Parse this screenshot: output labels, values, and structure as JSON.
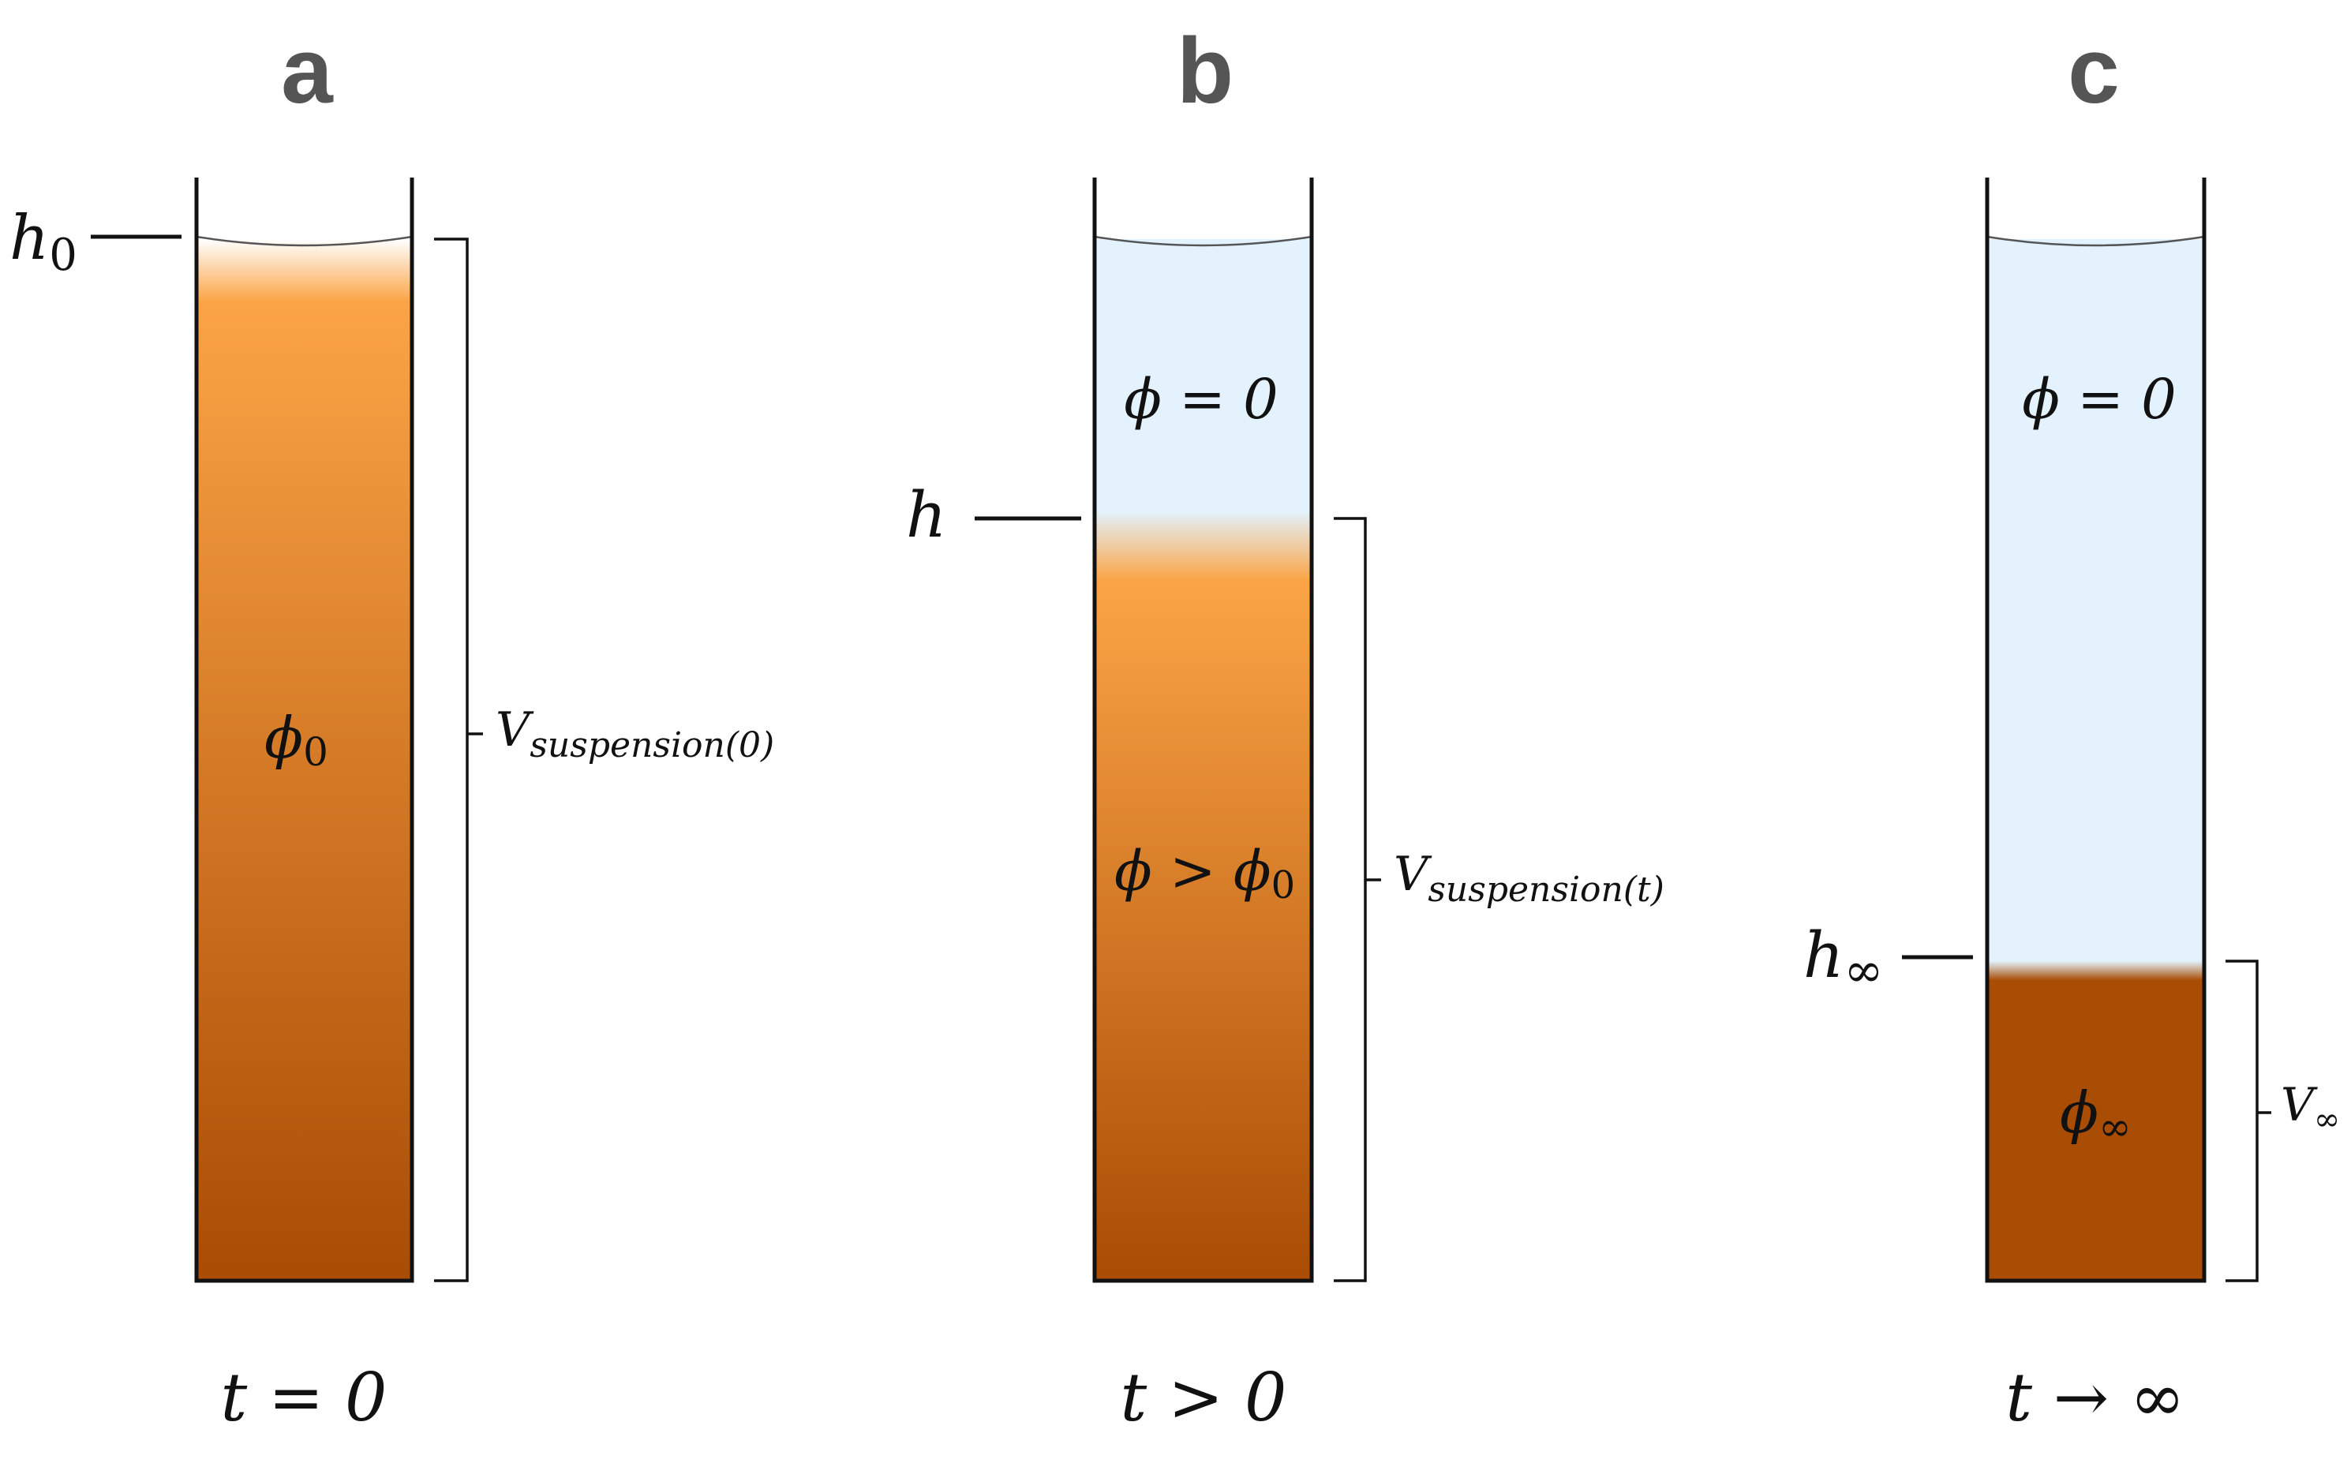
{
  "colors": {
    "suspension_top": "#fba446",
    "suspension_bottom": "#a94c04",
    "sediment": "#a94c04",
    "clear_liquid": "#e3f2fc"
  },
  "panels": [
    {
      "letter": "a",
      "time_label": "t = 0",
      "height_symbol": "h",
      "height_subscript": "0",
      "phase_label_sym": "ϕ",
      "phase_label_sub": "0",
      "volume_symbol": "V",
      "volume_subscript": "suspension(0)"
    },
    {
      "letter": "b",
      "time_label": "t > 0",
      "height_symbol": "h",
      "height_subscript": "",
      "clear_label": "ϕ = 0",
      "phase_label_main": "ϕ > ϕ",
      "phase_label_sub": "0",
      "volume_symbol": "V",
      "volume_subscript": "suspension(t)"
    },
    {
      "letter": "c",
      "time_label": "t → ∞",
      "height_symbol": "h",
      "height_subscript": "∞",
      "clear_label": "ϕ = 0",
      "phase_label_sym": "ϕ",
      "phase_label_sub": "∞",
      "volume_symbol": "V",
      "volume_subscript": "∞"
    }
  ]
}
